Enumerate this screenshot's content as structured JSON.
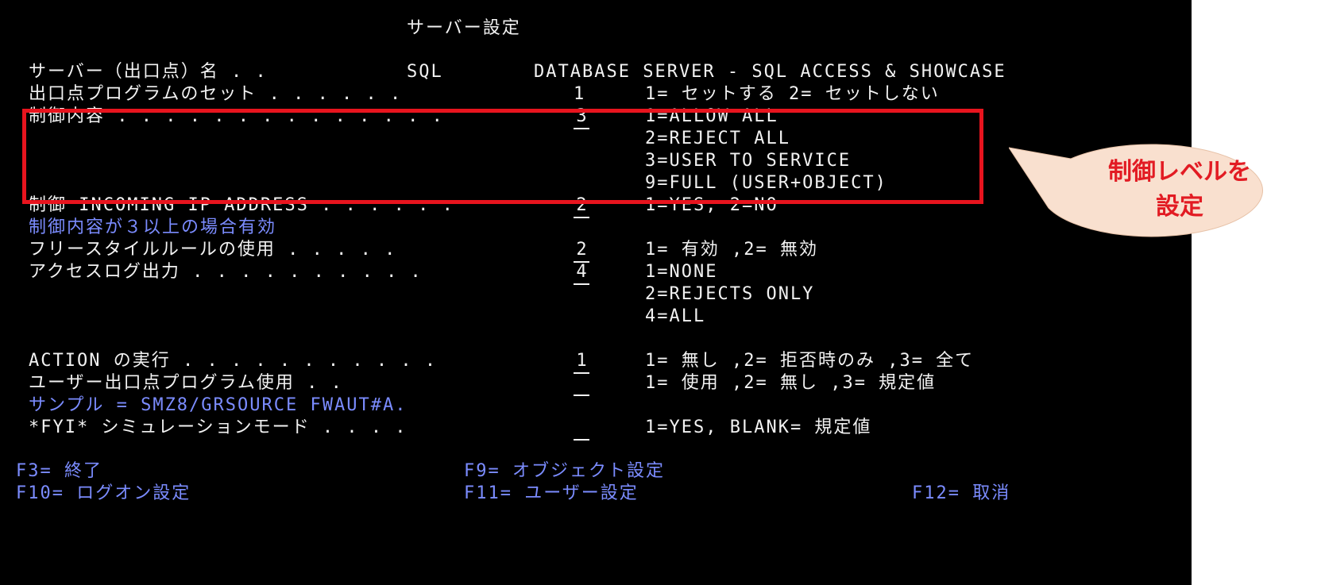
{
  "screen": {
    "title": "サーバー設定",
    "server_name_label": "サーバー（出口点）名 . .",
    "server_name_value": "SQL",
    "server_desc": "DATABASE SERVER - SQL ACCESS & SHOWCASE",
    "rows": {
      "exit_set": {
        "label": "出口点プログラムのセット . . . . . .",
        "value": "1",
        "options": [
          "1= セットする 2= セットしない"
        ]
      },
      "control": {
        "label": "制御内容 . . . . . . . . . . . . . .",
        "value": "3",
        "options": [
          "1=ALLOW ALL",
          "2=REJECT ALL",
          "3=USER TO SERVICE",
          "9=FULL (USER+OBJECT)"
        ]
      },
      "incoming_ip": {
        "label": "制御 INCOMING IP ADDRESS . . . . . .",
        "value": "2",
        "options": [
          "1=YES, 2=NO"
        ]
      },
      "freestyle": {
        "label": "フリースタイルルールの使用 . . . . .",
        "value": "2",
        "options": [
          "1= 有効 ,2= 無効"
        ]
      },
      "access_log": {
        "label": "アクセスログ出力 . . . . . . . . . .",
        "value": "4",
        "options": [
          "1=NONE",
          "2=REJECTS ONLY",
          "4=ALL"
        ]
      },
      "action": {
        "label": "ACTION の実行 . . . . . . . . . . .",
        "value": "1",
        "options": [
          "1= 無し ,2= 拒否時のみ ,3= 全て"
        ]
      },
      "user_exit": {
        "label": "ユーザー出口点プログラム使用 . .",
        "value": "",
        "options": [
          "1= 使用 ,2= 無し ,3= 規定値"
        ]
      },
      "fyi_sim": {
        "label": "*FYI* シミュレーションモード . . . .",
        "value": "",
        "options": [
          "1=YES, BLANK= 規定値"
        ]
      }
    },
    "notes": {
      "control_note": "制御内容が３以上の場合有効",
      "sample_note": "サンプル = SMZ8/GRSOURCE FWAUT#A."
    },
    "function_keys": {
      "f3": "F3= 終了",
      "f9": "F9= オブジェクト設定",
      "f10": "F10= ログオン設定",
      "f11": "F11= ユーザー設定",
      "f12": "F12= 取消"
    }
  },
  "callout": {
    "text": "制御レベルを\n設定"
  },
  "colors": {
    "terminal_bg": "#000000",
    "text_white": "#f2f2f2",
    "text_blue": "#7b8cff",
    "highlight_red": "#e8141e",
    "callout_fill": "#f9e0cf",
    "callout_text": "#e21b23"
  }
}
